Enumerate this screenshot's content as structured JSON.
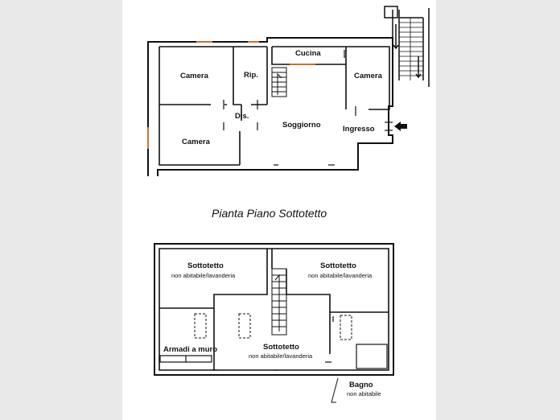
{
  "title": "Pianta Piano Sottotetto",
  "top_floor": {
    "rooms": {
      "camera_1": "Camera",
      "ripostiglio": "Rip.",
      "cucina": "Cucina",
      "camera_2": "Camera",
      "disimpegno": "Dis.",
      "camera_3": "Camera",
      "soggiorno": "Soggiorno",
      "ingresso": "Ingresso"
    }
  },
  "bottom_floor": {
    "rooms": {
      "sottotetto_left": {
        "name": "Sottotetto",
        "note": "non abitabile/lavanderia"
      },
      "sottotetto_right": {
        "name": "Sottotetto",
        "note": "non abitabile/lavanderia"
      },
      "sottotetto_center": {
        "name": "Sottotetto",
        "note": "non abitabile/lavanderia"
      },
      "armadi": "Armadi a muro",
      "bagno": {
        "name": "Bagno",
        "note": "non abitabile"
      }
    }
  }
}
